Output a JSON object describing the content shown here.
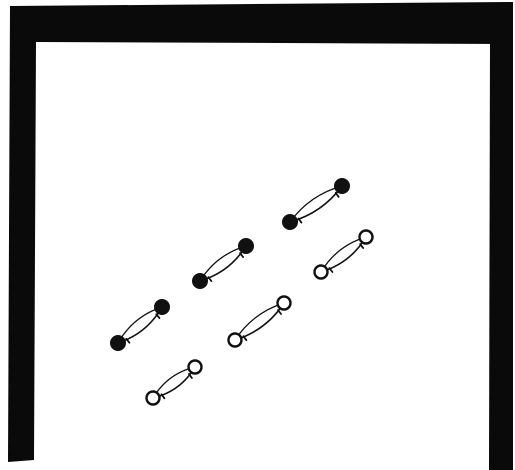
{
  "figure": {
    "background": "#ffffff",
    "frame_color": "#0a0a0a",
    "ink_color": "#111111",
    "pairs": [
      {
        "kind": "filled"
      },
      {
        "kind": "filled"
      },
      {
        "kind": "filled"
      },
      {
        "kind": "open"
      },
      {
        "kind": "open"
      },
      {
        "kind": "open"
      }
    ]
  }
}
